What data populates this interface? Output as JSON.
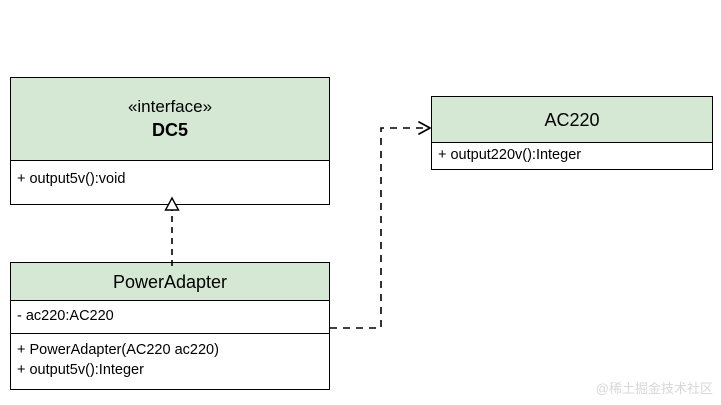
{
  "diagram": {
    "type": "uml-class-diagram",
    "background_color": "#ffffff",
    "header_fill": "#d5e8d4",
    "border_color": "#000000",
    "classes": [
      {
        "id": "dc5",
        "stereotype": "«interface»",
        "name": "DC5",
        "operations": [
          "+ output5v():void"
        ]
      },
      {
        "id": "ac220",
        "name": "AC220",
        "operations": [
          "+ output220v():Integer"
        ]
      },
      {
        "id": "poweradapter",
        "name": "PowerAdapter",
        "attributes": [
          "- ac220:AC220"
        ],
        "operations": [
          "+ PowerAdapter(AC220 ac220)",
          "+ output5v():Integer"
        ]
      }
    ],
    "relationships": [
      {
        "id": "realization",
        "kind": "realization",
        "line_style": "dashed",
        "arrowhead": "hollow-triangle",
        "from": "PowerAdapter",
        "to": "DC5"
      },
      {
        "id": "dependency",
        "kind": "dependency",
        "line_style": "dashed",
        "arrowhead": "open-arrow",
        "from": "PowerAdapter",
        "to": "AC220"
      }
    ]
  },
  "watermark": {
    "text": "@稀土掘金技术社区",
    "color": "#d8d8d8"
  }
}
